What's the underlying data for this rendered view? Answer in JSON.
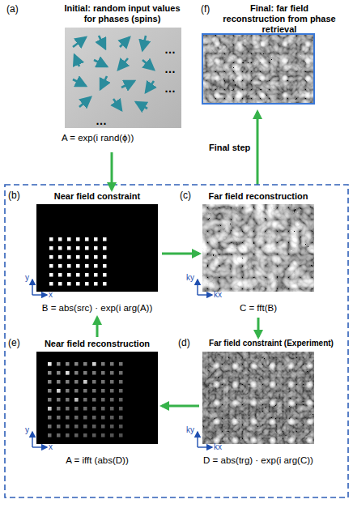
{
  "diagram": {
    "nodes": [
      {
        "text": [
          "(a)",
          "Initial: random input values for phases (spins)",
          "A = exp(i rand(ϕ))"
        ]
      },
      {
        "text": [
          "(f)",
          "Final: far field reconstruction from phase retrieval"
        ]
      },
      {
        "text": [
          "(b)",
          "Near field constraint",
          "B = abs(src) · exp(i arg(A))"
        ]
      },
      {
        "text": [
          "(c)",
          "Far field reconstruction",
          "C = fft(B)"
        ]
      },
      {
        "text": [
          "(e)",
          "Near field reconstruction",
          "A = ifft (abs(D))"
        ]
      },
      {
        "text": [
          "(d)",
          "Far field constraint (Experiment)",
          "D = abs(trg) · exp(i arg(C))"
        ]
      }
    ],
    "edges": [
      {
        "from": 0,
        "to": 2,
        "arrow": "to"
      },
      {
        "from": 2,
        "to": 3,
        "arrow": "to"
      },
      {
        "from": 3,
        "to": 5,
        "arrow": "to"
      },
      {
        "from": 5,
        "to": 4,
        "arrow": "to"
      },
      {
        "from": 4,
        "to": 2,
        "arrow": "to"
      }
    ],
    "labels": [
      "Final step",
      "…",
      "…",
      "…",
      "…",
      "y",
      "x",
      "ky",
      "kx",
      "y",
      "x",
      "ky",
      "kx"
    ]
  }
}
